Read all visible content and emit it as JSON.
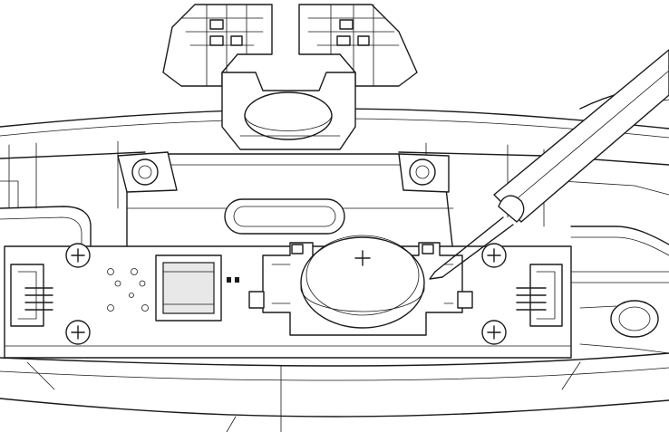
{
  "figure": {
    "parts": [
      "base-housing",
      "center-bracket",
      "circuit-board",
      "coin-cell-battery",
      "battery-holder",
      "connector-left",
      "connector-right",
      "chip",
      "screws",
      "screwdriver"
    ],
    "battery_marking": "+",
    "screw_count": 4,
    "line_color": "#1a1a1a",
    "background_color": "#ffffff"
  }
}
